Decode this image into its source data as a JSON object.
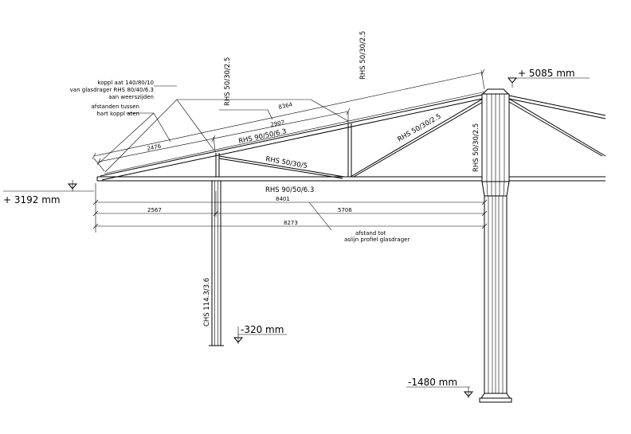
{
  "labels": {
    "note1": "koppl aat 140/80/10",
    "note2": "van glasdrager RHS 80/40/6.3",
    "note3": "aan weerszijden",
    "note4": "afstanden tussen",
    "note5": "hart koppl aten",
    "rhs_top_left": "RHS 50/30/2.5",
    "rhs_top_right": "RHS 50/30/2.5",
    "rhs_diag_right": "RHS 50/30/2.5",
    "rhs_column": "RHS 50/30/2.5",
    "rhs_rafter": "RHS 90/50/6.3",
    "rhs_brace": "RHS 50/30/5",
    "rhs_beam": "RHS 90/50/6.3",
    "chs_column": "CHS 114.3/3.6",
    "note_bottom1": "afstand tot",
    "note_bottom2": "aslijn profiel glasdrager"
  },
  "dimensions": {
    "d8364": "8364",
    "d2476": "2476",
    "d2907": "2907",
    "d8401": "8401",
    "d2567": "2567",
    "d5706": "5706",
    "d8273": "8273"
  },
  "levels": {
    "top": "+ 5085 mm",
    "left": "+ 3192 mm",
    "mid": "-320 mm",
    "bottom": "-1480 mm"
  }
}
